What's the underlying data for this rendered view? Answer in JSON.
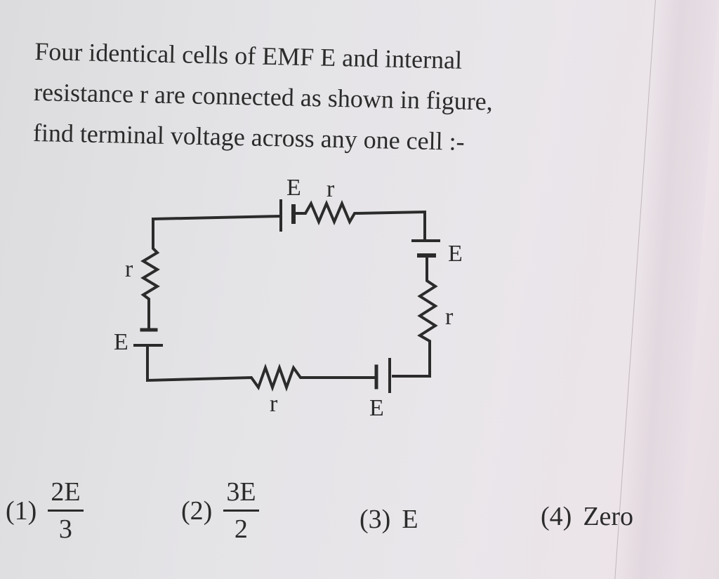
{
  "question": {
    "lines": [
      "Four identical cells of EMF E and internal",
      "resistance r are connected as shown in figure,",
      "find terminal voltage across any one cell :-"
    ]
  },
  "circuit": {
    "labels": {
      "top_cell": "E",
      "top_resistor": "r",
      "right_cell": "E",
      "right_resistor": "r",
      "bottom_cell": "E",
      "bottom_resistor": "r",
      "left_cell": "E",
      "left_resistor": "r"
    }
  },
  "options": [
    {
      "num": "(1)",
      "numerator": "2E",
      "denominator": "3"
    },
    {
      "num": "(2)",
      "numerator": "3E",
      "denominator": "2"
    },
    {
      "num": "(3)",
      "text": "E"
    },
    {
      "num": "(4)",
      "text": "Zero"
    }
  ]
}
